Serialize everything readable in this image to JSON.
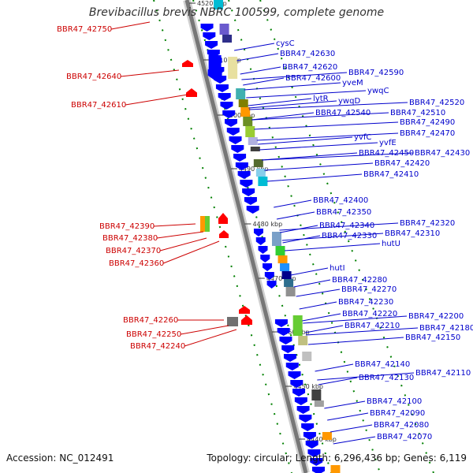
{
  "title": "Brevibacillus brevis NBRC 100599, complete genome",
  "footer": {
    "accession": "Accession: NC_012491",
    "topology": "Topology: circular; Length: 6,296,436 bp; Genes: 6,119"
  },
  "colors": {
    "forward_label": "#cc0000",
    "reverse_label": "#0000cc",
    "forward_gene": "#ff0000",
    "reverse_gene": "#0000ff",
    "tick_green": "#008000",
    "backbone": "#888888"
  },
  "kbp_ticks": [
    {
      "label": "4520 kbp"
    },
    {
      "label": "4510 kbp"
    },
    {
      "label": "4500 kbp"
    },
    {
      "label": "4490 kbp"
    },
    {
      "label": "4480 kbp"
    },
    {
      "label": "4470 kbp"
    },
    {
      "label": "4460 kbp"
    },
    {
      "label": "4450 kbp"
    },
    {
      "label": "4440 kbp"
    }
  ],
  "left_labels": [
    "BBR47_42750",
    "BBR47_42640",
    "BBR47_42610",
    "BBR47_42390",
    "BBR47_42380",
    "BBR47_42370",
    "BBR47_42360",
    "BBR47_42260",
    "BBR47_42250",
    "BBR47_42240"
  ],
  "right_labels": [
    "cysC",
    "BBR47_42630",
    "BBR47_42620",
    "BBR47_42590",
    "BBR47_42600",
    "yveM",
    "ywqC",
    "lytR",
    "ywqD",
    "BBR47_42520",
    "BBR47_42540",
    "BBR47_42510",
    "BBR47_42490",
    "BBR47_42470",
    "yvfC",
    "yvfE",
    "BBR47_42450",
    "BBR47_42430",
    "BBR47_42420",
    "BBR47_42410",
    "BBR47_42400",
    "BBR47_42350",
    "BBR47_42320",
    "BBR47_42340",
    "BBR47_42310",
    "BBR47_42330",
    "hutU",
    "hutI",
    "BBR47_42280",
    "BBR47_42270",
    "BBR47_42230",
    "BBR47_42200",
    "BBR47_42220",
    "BBR47_42180",
    "BBR47_42210",
    "BBR47_42150",
    "BBR47_42140",
    "BBR47_42110",
    "BBR47_42130",
    "BBR47_42100",
    "BBR47_42090",
    "BBR47_42080",
    "BBR47_42070"
  ]
}
